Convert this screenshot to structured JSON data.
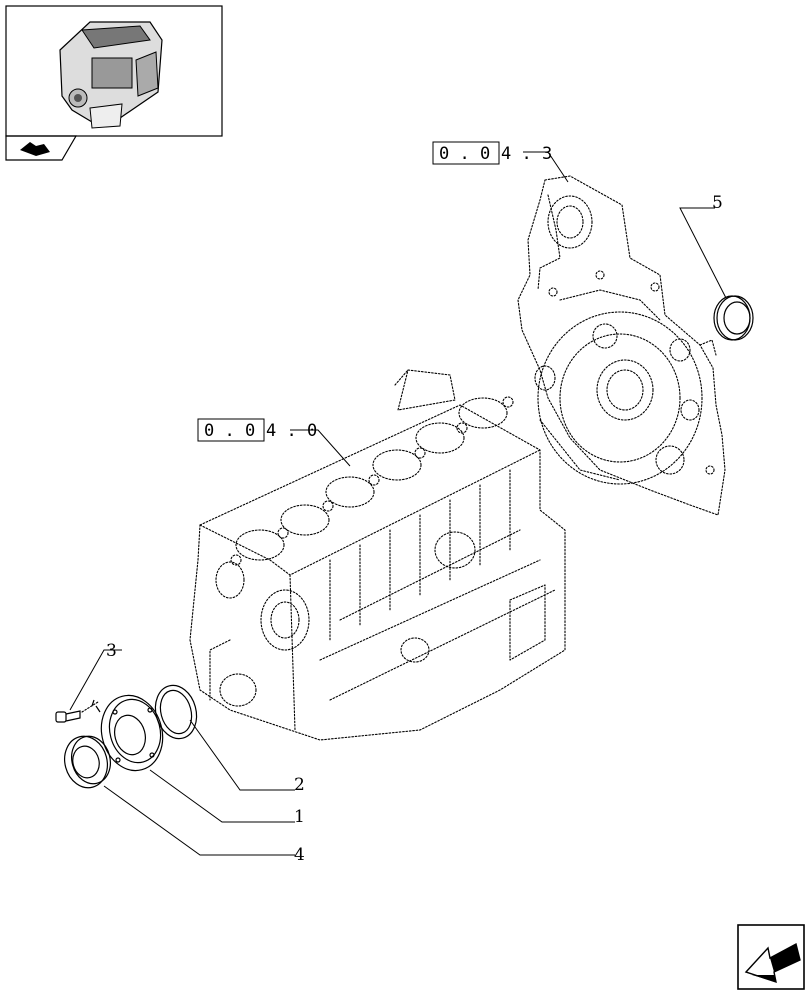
{
  "callouts": {
    "part_1": "1",
    "part_2": "2",
    "part_3": "3",
    "part_4": "4",
    "part_5": "5"
  },
  "references": {
    "engine_block": {
      "boxed": "0 . 0",
      "rest": "4 . 0"
    },
    "timing_cover": {
      "boxed": "0 . 0",
      "rest": "4 . 3"
    }
  },
  "icons": {
    "thumbnail": "engine-thumbnail-icon",
    "corner_tab": "folder-tab-icon",
    "nav": "back-arrow-icon"
  }
}
